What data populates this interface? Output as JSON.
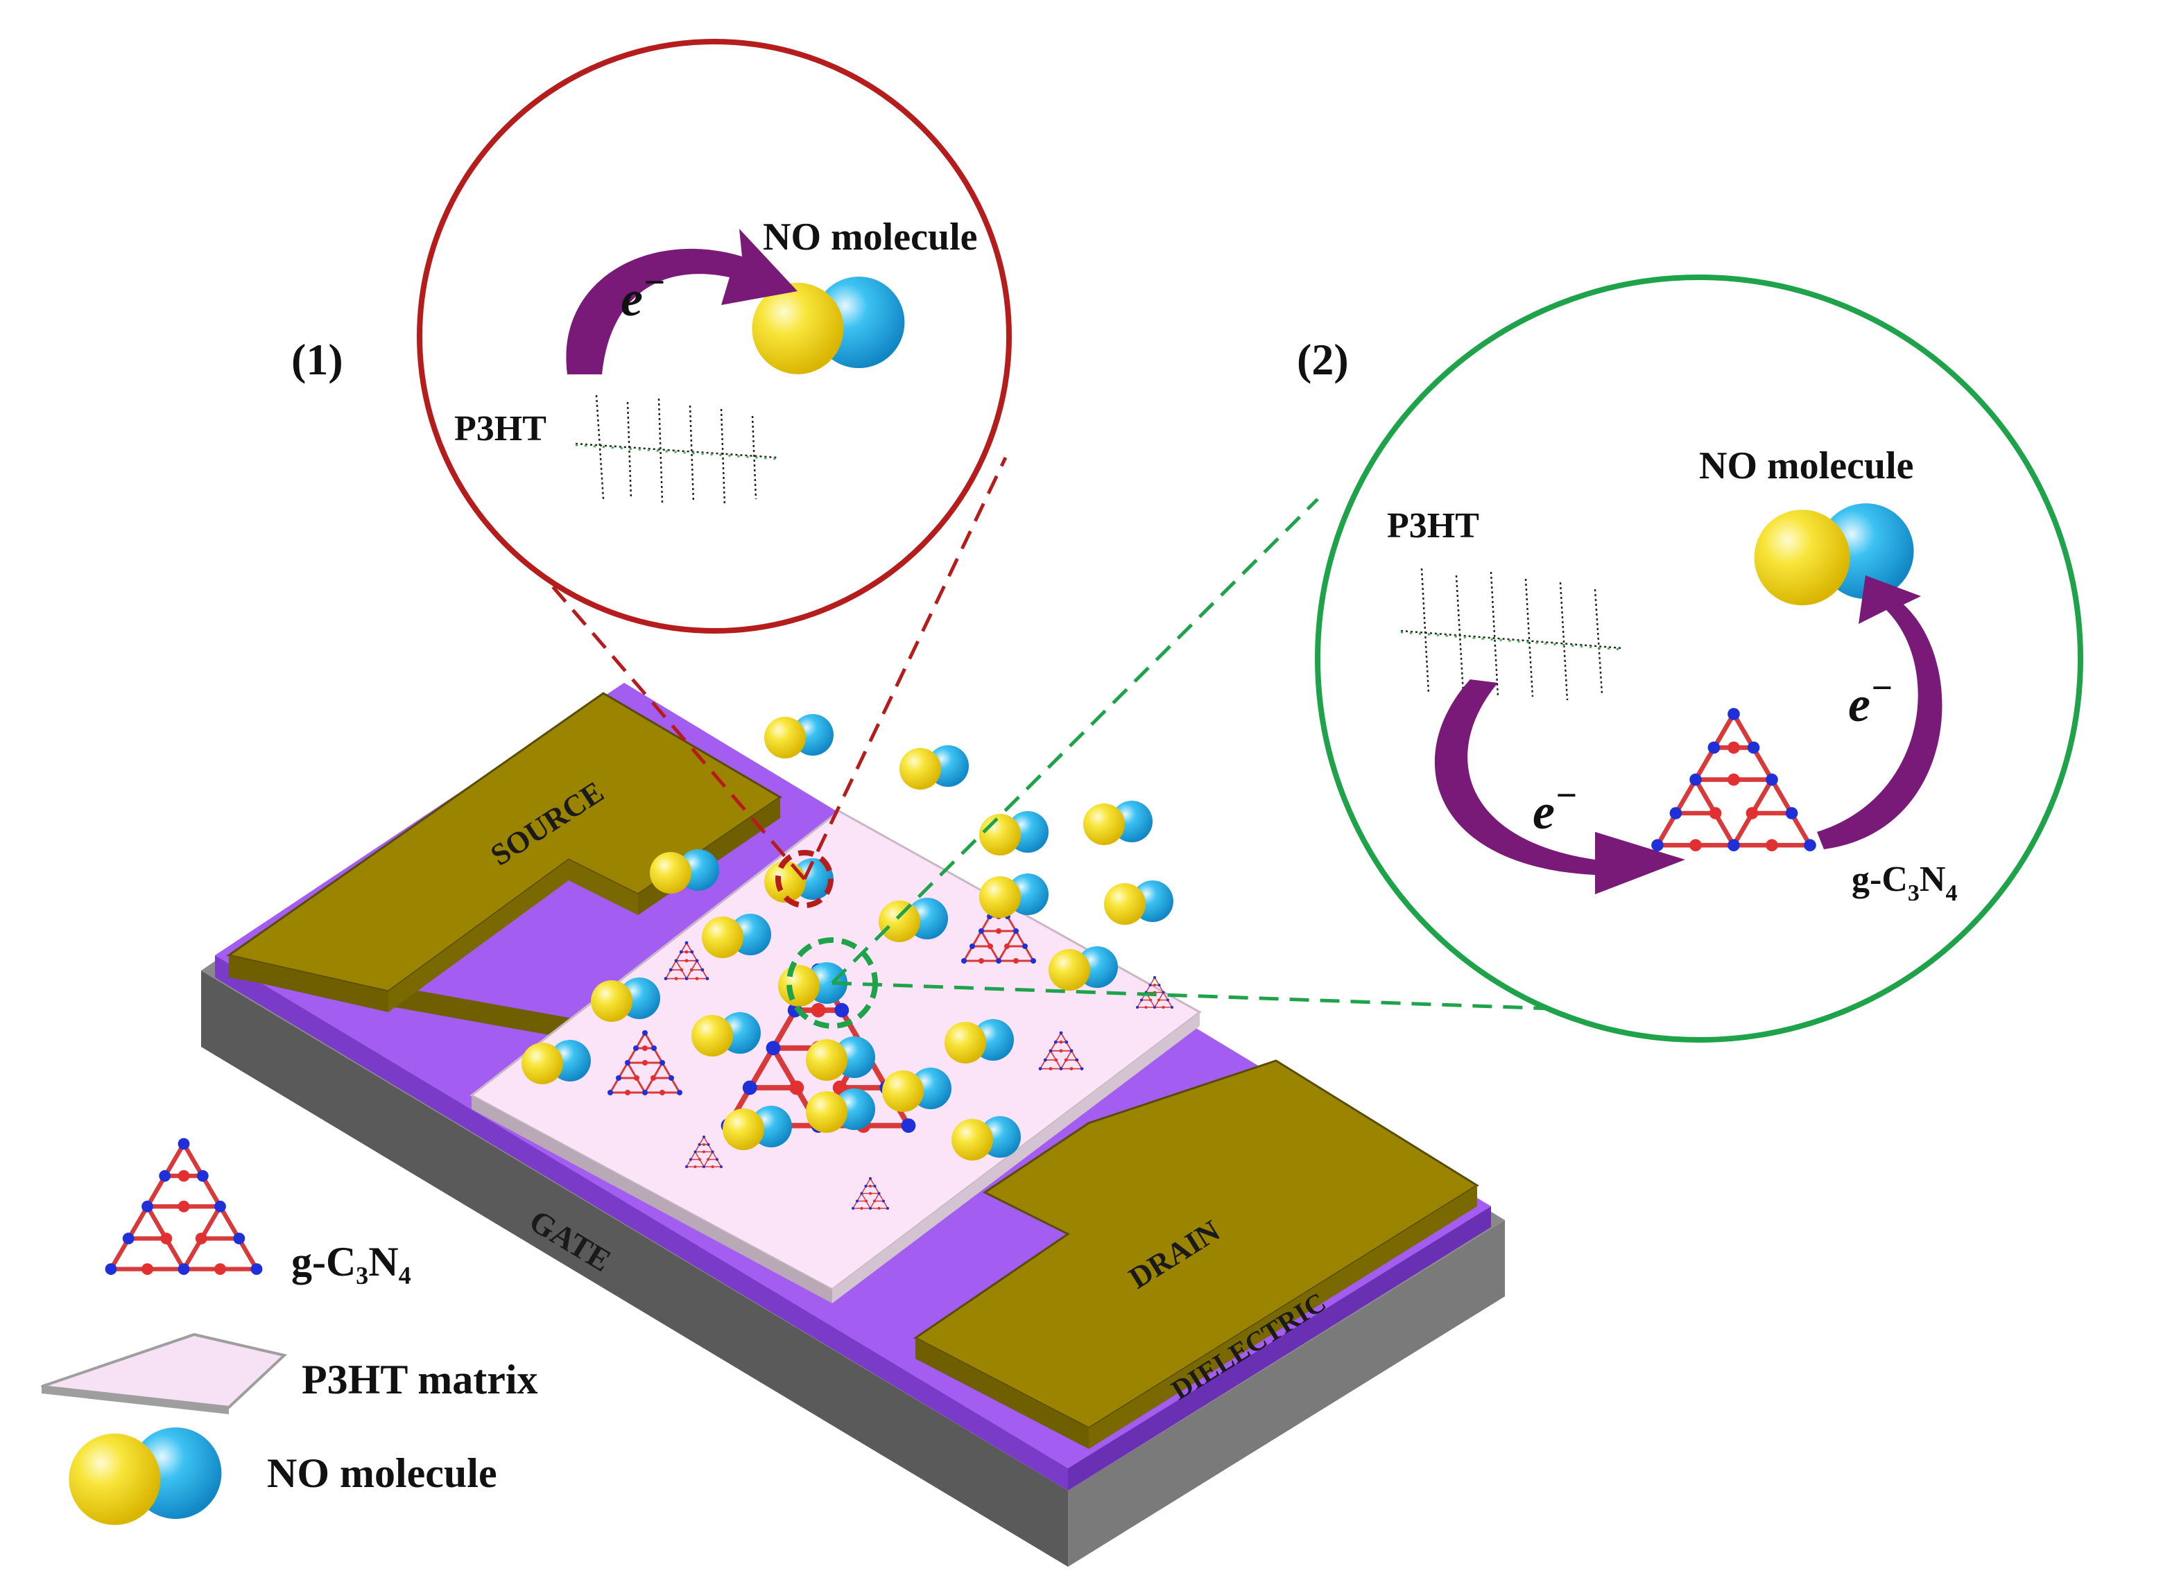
{
  "zoom1": {
    "number": "(1)",
    "molecule_label": "NO molecule",
    "electron": "e",
    "electron_sup": "−",
    "polymer_label": "P3HT"
  },
  "zoom2": {
    "number": "(2)",
    "molecule_label": "NO molecule",
    "polymer_label": "P3HT",
    "electron": "e",
    "electron_sup": "−",
    "cn_label": {
      "g": "g-C",
      "sub1": "3",
      "n": "N",
      "sub2": "4"
    }
  },
  "device": {
    "source": "SOURCE",
    "drain": "DRAIN",
    "gate": "GATE",
    "dielectric": "DIELECTRIC"
  },
  "legend": {
    "cn": "g-C₃N₄",
    "matrix": "P3HT matrix",
    "molecule": "NO molecule"
  },
  "colors": {
    "zoom1_ring": "#b51c1c",
    "zoom2_ring": "#1ea24a",
    "arrow": "#7a1a78",
    "electrode": "#9b8500",
    "dielectric": "#9b58e6",
    "substrate": "#5c5c5c",
    "matrix": "#f7e1f4",
    "no_yellow": "#f5dd1a",
    "no_blue": "#2cb6ec"
  }
}
